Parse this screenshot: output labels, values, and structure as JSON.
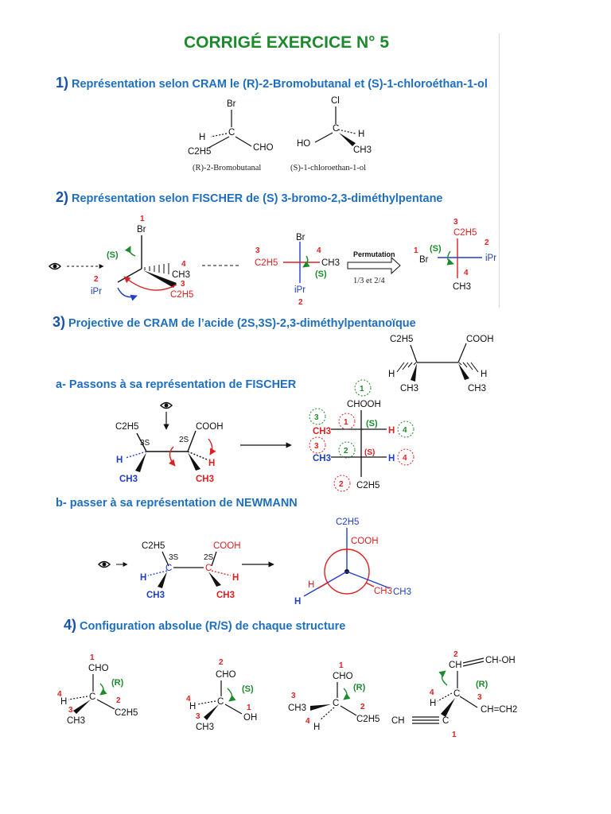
{
  "colors": {
    "title": "#1e8a2e",
    "section": "#1f6fbf",
    "priority": "#e02020",
    "config": "#1e8a2e",
    "substituent": "#2040c8"
  },
  "title": "CORRIGÉ EXERCICE N° 5",
  "sections": {
    "s1": {
      "num": "1)",
      "text": "Représentation selon CRAM le (R)-2-Bromobutanal et (S)-1-chloroéthan-1-ol"
    },
    "s2": {
      "num": "2)",
      "text": "Représentation selon FISCHER de (S) 3-bromo-2,3-diméthylpentane"
    },
    "s3": {
      "num": "3)",
      "text": "Projective de CRAM de l’acide (2S,3S)-2,3-diméthylpentanoïque"
    },
    "s3a": {
      "text": "a- Passons à sa représentation de FISCHER"
    },
    "s3b": {
      "text": "b- passer à sa représentation de NEWMANN"
    },
    "s4": {
      "num": "4)",
      "text": "Configuration absolue (R/S) de chaque structure"
    }
  },
  "labels": {
    "Br": "Br",
    "Cl": "Cl",
    "C": "C",
    "H": "H",
    "CHO": "CHO",
    "HO": "HO",
    "OH": "OH",
    "CH3": "CH3",
    "C2H5": "C2H5",
    "iPr": "iPr",
    "COOH": "COOH",
    "CHOOH": "CHOOH",
    "CH": "CH",
    "CHOH": "CH-OH",
    "CHCH2": "CH=CH2",
    "S": "(S)",
    "R": "(R)",
    "s2": "2S",
    "s3": "3S",
    "cap1": "(R)-2-Bromobutanal",
    "cap2": "(S)-1-chloroethan-1-ol",
    "perm": "Permutation",
    "permsub": "1/3 et 2/4",
    "n1": "1",
    "n2": "2",
    "n3": "3",
    "n4": "4"
  }
}
